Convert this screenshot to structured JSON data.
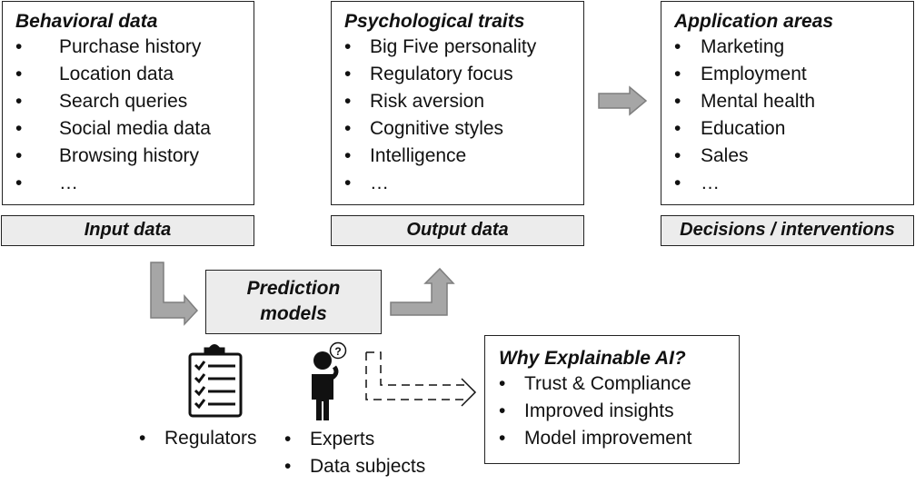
{
  "behavioral": {
    "title": "Behavioral data",
    "items": [
      "Purchase history",
      "Location data",
      "Search queries",
      "Social media data",
      "Browsing history",
      "…"
    ]
  },
  "psychological": {
    "title": "Psychological traits",
    "items": [
      "Big Five personality",
      "Regulatory focus",
      "Risk aversion",
      "Cognitive styles",
      "Intelligence",
      "…"
    ]
  },
  "application": {
    "title": "Application areas",
    "items": [
      "Marketing",
      "Employment",
      "Mental health",
      "Education",
      "Sales",
      "…"
    ]
  },
  "labels": {
    "input": "Input data",
    "output": "Output data",
    "decisions": "Decisions / interventions"
  },
  "prediction": {
    "line1": "Prediction",
    "line2": "models"
  },
  "stakeholders": {
    "regulators": "Regulators",
    "experts": "Experts",
    "data_subjects": "Data subjects"
  },
  "xai": {
    "title": "Why Explainable AI?",
    "items": [
      "Trust & Compliance",
      "Improved insights",
      "Model improvement"
    ]
  },
  "bullet": "•",
  "icons": {
    "clipboard": "clipboard-checklist-icon",
    "person": "person-thinking-icon"
  }
}
